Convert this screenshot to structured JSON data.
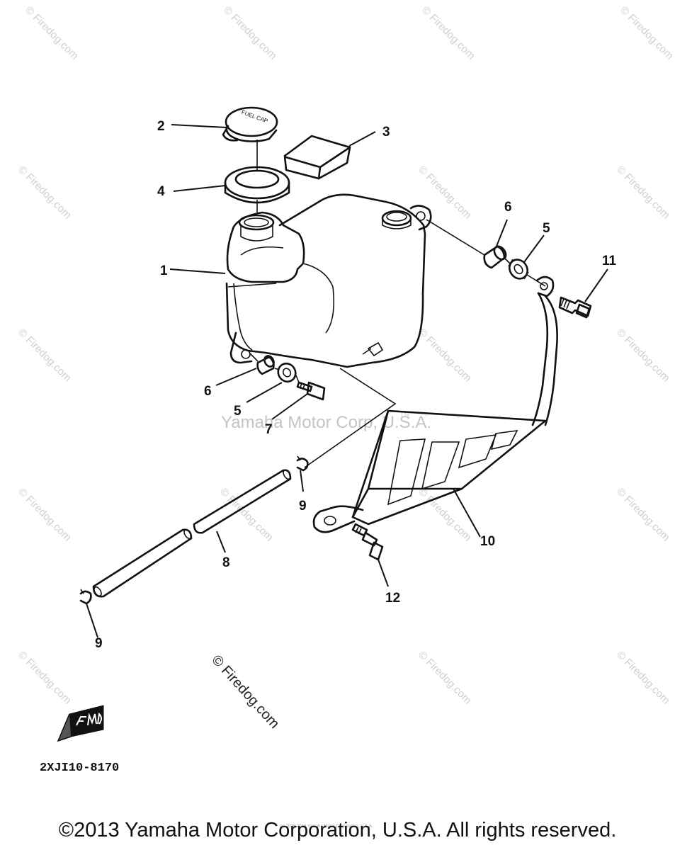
{
  "diagram": {
    "callouts": {
      "p1": "1",
      "p2": "2",
      "p3": "3",
      "p4": "4",
      "p5a": "5",
      "p5b": "5",
      "p6a": "6",
      "p6b": "6",
      "p7": "7",
      "p8": "8",
      "p9a": "9",
      "p9b": "9",
      "p10": "10",
      "p11": "11",
      "p12": "12"
    },
    "diagram_code": "2XJI10-8170",
    "watermark_center": "Yamaha Motor Corp, U.S.A.",
    "watermark_tm": "TM",
    "watermark_tile": "© Firedog.com",
    "watermark_large": "© Firedog.com",
    "fine_print": "(c) 2006-2016 Yamaha Motor Corporation, U.S.A."
  },
  "footer": {
    "copyright": "©2013 Yamaha Motor Corporation, U.S.A. All rights reserved."
  }
}
